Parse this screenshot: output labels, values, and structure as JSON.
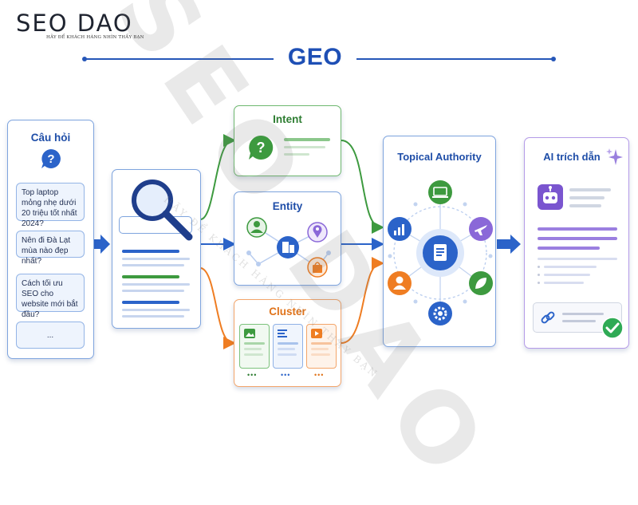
{
  "logo": {
    "name": "SEO DAO",
    "tagline": "HÃY ĐỂ KHÁCH HÀNG NHÌN THẤY BẠN"
  },
  "title": "GEO",
  "questions": {
    "title": "Câu hỏi",
    "items": [
      "Top laptop mỏng nhẹ dưới 20 triệu tốt nhất 2024?",
      "Nên đi Đà Lạt mùa nào đẹp nhất?",
      "Cách tối ưu SEO cho website mới bắt đầu?",
      "..."
    ]
  },
  "intent": {
    "title": "Intent",
    "icon": "question-icon"
  },
  "entity": {
    "title": "Entity"
  },
  "cluster": {
    "title": "Cluster",
    "dots": "•••"
  },
  "topical_authority": {
    "title": "Topical Authority"
  },
  "ai_citation": {
    "title": "AI trích dẫn"
  },
  "colors": {
    "blue": "#2b63c9",
    "green": "#3d9a3f",
    "orange": "#ef7d22",
    "purple": "#8a68d8"
  }
}
